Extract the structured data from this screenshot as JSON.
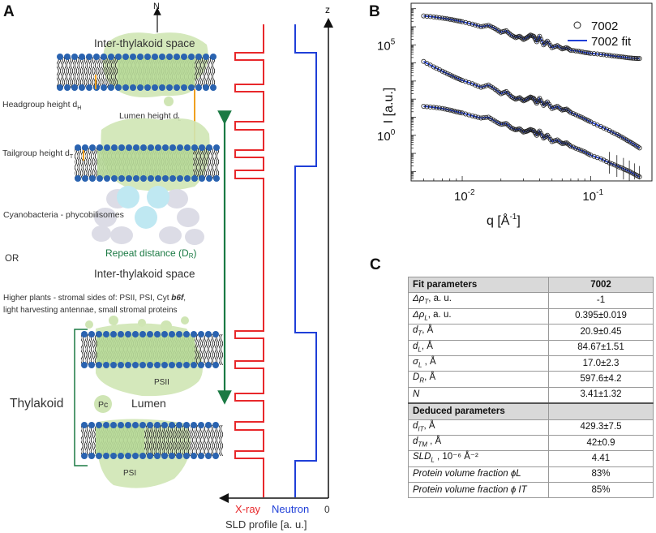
{
  "panel_labels": {
    "a": "A",
    "b": "B",
    "c": "C"
  },
  "panel_a": {
    "axis_n": "N",
    "axis_z": "z",
    "inter_thylakoid_top": "Inter-thylakoid space",
    "headgroup_label": "Headgroup height d",
    "headgroup_sub": "H",
    "lumen_height_label": "Lumen height d",
    "lumen_height_sub": "L",
    "tailgroup_label": "Tailgroup height d",
    "tailgroup_sub": "T",
    "cyanobacteria": "Cyanobacteria - phycobilisomes",
    "or": "OR",
    "repeat_distance": "Repeat distance (D",
    "repeat_distance_sub": "R",
    "repeat_distance_end": ")",
    "inter_thylakoid_mid": "Inter-thylakoid space",
    "higher_plants_1a": "Higher plants - stromal sides of: PSII, PSI, Cyt ",
    "higher_plants_1b": "b6f",
    "higher_plants_1c": ",",
    "higher_plants_2": "light harvesting antennae, small stromal proteins",
    "psii": "PSII",
    "thylakoid": "Thylakoid",
    "pc": "Pc",
    "lumen": "Lumen",
    "psi": "PSI",
    "xray": "X-ray",
    "neutron": "Neutron",
    "zero": "0",
    "sld_axis": "SLD profile [a. u.]",
    "colors": {
      "xray": "#e8282b",
      "neutron": "#1f3fd8",
      "repeat": "#1b7a44",
      "membrane": "#b9dc9a",
      "head": "#2a63b0"
    }
  },
  "chart_data": {
    "type": "scatter",
    "xscale": "log",
    "yscale": "log",
    "xlabel": "q [Å",
    "xlabel_sup": "-1",
    "xlabel_end": "]",
    "ylabel": "I [a.u.]",
    "xlim": [
      0.004,
      0.3
    ],
    "ylim": [
      0.003,
      20000000
    ],
    "xticks": [
      {
        "value": 0.01,
        "base": "10",
        "exp": "-2"
      },
      {
        "value": 0.1,
        "base": "10",
        "exp": "-1"
      }
    ],
    "yticks": [
      {
        "value": 1,
        "base": "10",
        "exp": "0"
      },
      {
        "value": 100000,
        "base": "10",
        "exp": "5"
      }
    ],
    "legend": {
      "position": "top-right",
      "data_label": "7002",
      "fit_label": "7002 fit"
    },
    "series": [
      {
        "x": [
          0.005,
          0.006,
          0.007,
          0.008,
          0.009,
          0.01,
          0.012,
          0.014,
          0.016,
          0.018,
          0.02,
          0.022,
          0.024,
          0.026,
          0.028,
          0.03,
          0.032,
          0.034,
          0.036,
          0.038,
          0.04,
          0.043,
          0.046,
          0.05,
          0.055,
          0.06,
          0.065,
          0.07,
          0.08,
          0.09,
          0.1,
          0.12,
          0.14,
          0.16,
          0.18,
          0.2,
          0.22,
          0.24
        ],
        "y": [
          4000000,
          3500000,
          3000000,
          2600000,
          2200000,
          1900000,
          1400000,
          1000000,
          1200000,
          800000,
          500000,
          600000,
          350000,
          250000,
          300000,
          200000,
          250000,
          350000,
          300000,
          150000,
          300000,
          100000,
          160000,
          70000,
          90000,
          60000,
          70000,
          50000,
          45000,
          38000,
          34000,
          30000,
          26000,
          23000,
          21000,
          19000,
          18000,
          17500
        ]
      },
      {
        "x": [
          0.005,
          0.006,
          0.007,
          0.008,
          0.009,
          0.01,
          0.012,
          0.014,
          0.016,
          0.018,
          0.02,
          0.022,
          0.024,
          0.026,
          0.028,
          0.03,
          0.032,
          0.034,
          0.036,
          0.038,
          0.04,
          0.043,
          0.046,
          0.05,
          0.055,
          0.06,
          0.065,
          0.07,
          0.08,
          0.09,
          0.1,
          0.12,
          0.14,
          0.16,
          0.18,
          0.2,
          0.22,
          0.24
        ],
        "y": [
          12000,
          6000,
          3500,
          2200,
          1500,
          1100,
          700,
          450,
          600,
          350,
          200,
          260,
          140,
          100,
          120,
          80,
          100,
          130,
          110,
          60,
          110,
          45,
          70,
          30,
          40,
          25,
          28,
          18,
          12,
          8,
          5.5,
          3,
          1.8,
          1.1,
          0.7,
          0.45,
          0.3,
          0.2
        ]
      },
      {
        "x": [
          0.005,
          0.006,
          0.007,
          0.008,
          0.009,
          0.01,
          0.012,
          0.014,
          0.016,
          0.018,
          0.02,
          0.022,
          0.024,
          0.026,
          0.028,
          0.03,
          0.032,
          0.034,
          0.036,
          0.038,
          0.04,
          0.043,
          0.046,
          0.05,
          0.055,
          0.06,
          0.065,
          0.07,
          0.08,
          0.09,
          0.1,
          0.12,
          0.14,
          0.16,
          0.18,
          0.2,
          0.22,
          0.24
        ],
        "y": [
          40,
          35,
          30,
          25,
          20,
          17,
          12,
          9,
          10,
          6,
          4,
          4.5,
          2.6,
          2,
          2.3,
          1.5,
          1.7,
          2.1,
          1.8,
          1,
          1.7,
          0.7,
          1,
          0.45,
          0.55,
          0.35,
          0.38,
          0.25,
          0.17,
          0.12,
          0.08,
          0.05,
          0.03,
          0.02,
          0.014,
          0.01,
          0.007,
          0.005
        ]
      }
    ]
  },
  "table": {
    "fit_header": [
      "Fit parameters",
      "7002"
    ],
    "fit_rows": [
      {
        "sym": "Δρ",
        "sub": "T",
        "unit": ", a. u.",
        "value": "-1"
      },
      {
        "sym": "Δρ",
        "sub": "L",
        "unit": ", a. u.",
        "value": "0.395±0.019"
      },
      {
        "sym": "d",
        "sub": "T",
        "unit": ", Å",
        "value": "20.9±0.45"
      },
      {
        "sym": "d",
        "sub": "L",
        "unit": ", Å",
        "value": "84.67±1.51"
      },
      {
        "sym": "σ",
        "sub": "L",
        "unit": " , Å",
        "value": "17.0±2.3"
      },
      {
        "sym": "D",
        "sub": "R",
        "unit": ", Å",
        "value": "597.6±4.2"
      },
      {
        "sym": "N",
        "sub": "",
        "unit": "",
        "value": "3.41±1.32"
      }
    ],
    "deduced_header": "Deduced parameters",
    "deduced_rows": [
      {
        "sym": "d",
        "sub": "IT",
        "unit": ", Å",
        "value": "429.3±7.5"
      },
      {
        "sym": "d",
        "sub": "TM",
        "unit": " , Å",
        "value": "42±0.9"
      },
      {
        "sym": "SLD",
        "sub": "L",
        "unit": " , 10⁻⁶ Å⁻²",
        "value": "4.41"
      },
      {
        "sym": "Protein volume fraction",
        "sub": "",
        "unit": "  ϕL",
        "value": "83%"
      },
      {
        "sym": "Protein volume fraction",
        "sub": "",
        "unit": "  ϕ IT",
        "value": "85%"
      }
    ]
  }
}
